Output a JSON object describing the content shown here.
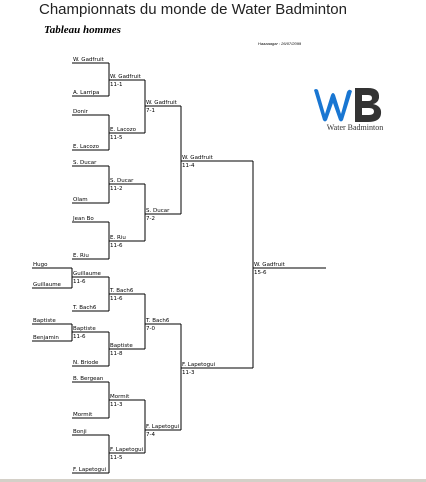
{
  "document": {
    "title": "Championnats du monde de Water Badminton",
    "subtitle": "Tableau hommes",
    "date": "Haaaaagar : 26/07/2099"
  },
  "logo": {
    "text": "Water Badminton",
    "brand_color": "#1976d2",
    "accent_color": "#333333"
  },
  "bracket": {
    "round1": [
      {
        "name": "W. Gadfruit"
      },
      {
        "name": "A. Larripa"
      },
      {
        "name": "Donir"
      },
      {
        "name": "E. Lacozo"
      },
      {
        "name": "S. Ducar"
      },
      {
        "name": "Olam"
      },
      {
        "name": "Jean Bo"
      },
      {
        "name": "E. Riu"
      },
      {
        "name": "T. Bach6"
      },
      {
        "name": "Benjamin"
      },
      {
        "name": "N. Briode"
      },
      {
        "name": "B. Bergean"
      },
      {
        "name": "Mormit"
      },
      {
        "name": "Bonji"
      },
      {
        "name": "F. Lapetogui"
      }
    ],
    "playins": [
      {
        "p1": "Hugo",
        "p2": "Guillaume",
        "winner": "Guillaume",
        "score": "11-6"
      },
      {
        "p1": "Baptiste",
        "p2": "Benjamin",
        "winner": "Baptiste",
        "score": "11-6"
      }
    ],
    "round2": [
      {
        "name": "W. Gadfruit",
        "score": "11-1"
      },
      {
        "name": "E. Lacozo",
        "score": "11-5"
      },
      {
        "name": "S. Ducar",
        "score": "11-2"
      },
      {
        "name": "E. Riu",
        "score": "11-6"
      },
      {
        "name": "T. Bach6",
        "score": "11-6"
      },
      {
        "name": "Baptiste",
        "score": "11-8"
      },
      {
        "name": "Mormit",
        "score": "11-3"
      },
      {
        "name": "F. Lapetogui",
        "score": "11-5"
      }
    ],
    "round3": [
      {
        "name": "W. Gadfruit",
        "score": "7-1"
      },
      {
        "name": "S. Ducar",
        "score": "7-2"
      },
      {
        "name": "T. Bach6",
        "score": "7-0"
      },
      {
        "name": "F. Lapetogui",
        "score": "7-4"
      }
    ],
    "round4": [
      {
        "name": "W. Gadfruit",
        "score": "11-4"
      },
      {
        "name": "F. Lapetogui",
        "score": "11-3"
      }
    ],
    "final": {
      "name": "W. Gadfruit",
      "score": "15-6"
    }
  }
}
